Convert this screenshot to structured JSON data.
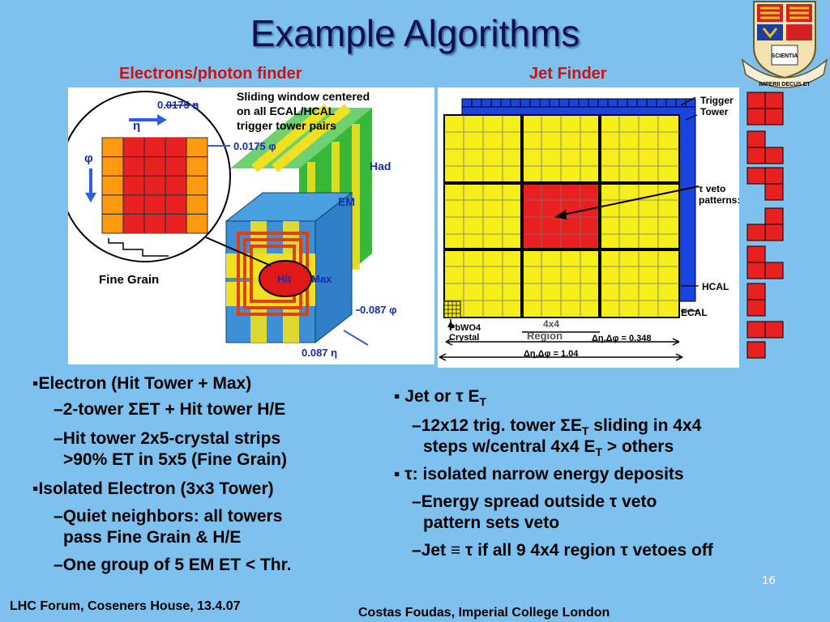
{
  "slide": {
    "title": "Example Algorithms",
    "page_number": "16",
    "footer_left": "LHC Forum, Coseners House, 13.4.07",
    "footer_right": "Costas Foudas, Imperial College London"
  },
  "left_figure": {
    "heading": "Electrons/photon finder",
    "eta_size": "0.0175 η",
    "phi_size": "0.0175 φ",
    "eta_arrow": "η",
    "phi_arrow": "φ",
    "caption": [
      "Sliding window centered",
      "on all ECAL/HCAL",
      "trigger tower pairs"
    ],
    "had_label": "Had",
    "em_label": "EM",
    "hit_label": "Hit",
    "max_label": "Max",
    "fine_grain_label": "Fine Grain",
    "phi_tower": "0.087 φ",
    "eta_tower": "0.087 η"
  },
  "right_figure": {
    "heading": "Jet Finder",
    "trigger_tower": [
      "Trigger",
      "Tower"
    ],
    "tau_veto": [
      "τ veto",
      "patterns:"
    ],
    "hcal": "HCAL",
    "ecal": "ECAL",
    "pbwo4": [
      "PbWO4",
      "Crystal"
    ],
    "region": [
      "4x4",
      "Region"
    ],
    "deta_small": "Δη,Δφ = 0.348",
    "deta_big": "Δη,Δφ = 1.04"
  },
  "left_list": [
    {
      "level": 1,
      "marker": "▪",
      "text": "Electron (Hit Tower + Max)"
    },
    {
      "level": 2,
      "marker": "–",
      "text": "2-tower ΣET +  Hit tower H/E"
    },
    {
      "level": 2,
      "marker": "–",
      "text": "Hit  tower 2x5-crystal strips"
    },
    {
      "level": 0,
      "marker": "",
      "text": ">90% ET in 5x5 (Fine Grain)"
    },
    {
      "level": 1,
      "marker": "▪",
      "text": "Isolated Electron (3x3 Tower)"
    },
    {
      "level": 2,
      "marker": "–",
      "text": "Quiet neighbors: all towers"
    },
    {
      "level": 0,
      "marker": "",
      "text": "pass Fine Grain & H/E"
    },
    {
      "level": 2,
      "marker": "–",
      "text": "One group of 5 EM ET < Thr."
    }
  ],
  "right_list": {
    "b1": {
      "marker": "▪",
      "text": "Jet or τ E",
      "sub": "T"
    },
    "s1": {
      "marker": "–",
      "text": "12x12 trig. tower ΣE",
      "sub": "T",
      "tail": " sliding in 4x4"
    },
    "s1b": {
      "text": "steps w/central 4x4 E",
      "sub": "T",
      "tail": " > others"
    },
    "b2": {
      "marker": "▪",
      "text": "τ: isolated narrow energy deposits"
    },
    "s2": {
      "marker": "–",
      "text": "Energy spread outside τ veto"
    },
    "s2b": {
      "text": "pattern sets veto"
    },
    "s3": {
      "marker": "–",
      "text": "Jet ≡ τ if all 9 4x4 region τ vetoes off"
    }
  }
}
